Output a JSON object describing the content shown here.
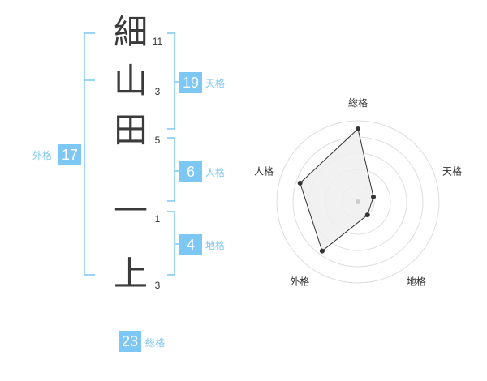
{
  "name": {
    "chars": [
      {
        "char": "細",
        "strokes": "11"
      },
      {
        "char": "山",
        "strokes": "3"
      },
      {
        "char": "田",
        "strokes": "5"
      },
      {
        "char": "一",
        "strokes": "1"
      },
      {
        "char": "上",
        "strokes": "3"
      }
    ]
  },
  "scores": {
    "tenkaku": {
      "label": "天格",
      "value": "19"
    },
    "jinkaku": {
      "label": "人格",
      "value": "6"
    },
    "chikaku": {
      "label": "地格",
      "value": "4"
    },
    "gaikaku": {
      "label": "外格",
      "value": "17"
    },
    "soukaku": {
      "label": "総格",
      "value": "23"
    }
  },
  "colors": {
    "accent": "#7cc7f3",
    "radar_fill": "#eeeeee",
    "radar_ring": "#dddddd",
    "radar_line": "#333333"
  },
  "chart_data": {
    "type": "radar",
    "axes": [
      "総格",
      "天格",
      "地格",
      "外格",
      "人格"
    ],
    "values": [
      0.9,
      0.2,
      0.2,
      0.75,
      0.75
    ],
    "range": [
      0,
      1
    ],
    "rings": 5
  }
}
